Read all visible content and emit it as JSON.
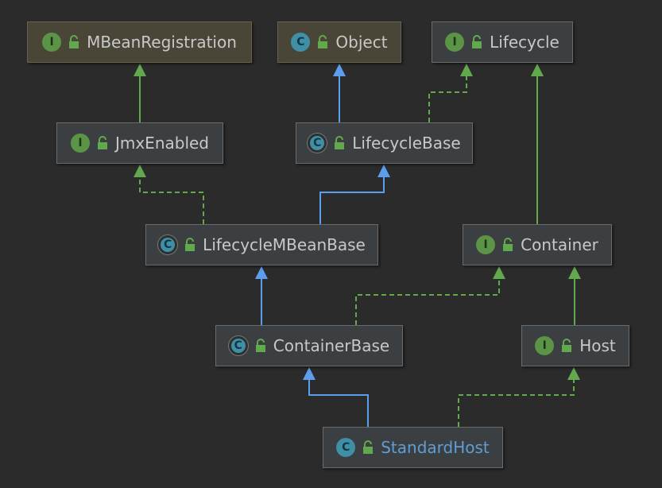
{
  "diagram": {
    "nodes": [
      {
        "id": "mbeanregistration",
        "name": "MBeanRegistration",
        "kind": "interface",
        "kind_letter": "I"
      },
      {
        "id": "object",
        "name": "Object",
        "kind": "class",
        "kind_letter": "C"
      },
      {
        "id": "lifecycle",
        "name": "Lifecycle",
        "kind": "interface",
        "kind_letter": "I"
      },
      {
        "id": "jmxenabled",
        "name": "JmxEnabled",
        "kind": "interface",
        "kind_letter": "I"
      },
      {
        "id": "lifecyclebase",
        "name": "LifecycleBase",
        "kind": "abstract-class",
        "kind_letter": "C"
      },
      {
        "id": "lifecyclembeanbase",
        "name": "LifecycleMBeanBase",
        "kind": "abstract-class",
        "kind_letter": "C"
      },
      {
        "id": "container",
        "name": "Container",
        "kind": "interface",
        "kind_letter": "I"
      },
      {
        "id": "containerbase",
        "name": "ContainerBase",
        "kind": "abstract-class",
        "kind_letter": "C"
      },
      {
        "id": "host",
        "name": "Host",
        "kind": "interface",
        "kind_letter": "I"
      },
      {
        "id": "standardhost",
        "name": "StandardHost",
        "kind": "class",
        "kind_letter": "C"
      }
    ],
    "edges": [
      {
        "from": "jmxenabled",
        "to": "mbeanregistration",
        "type": "extends-interface"
      },
      {
        "from": "lifecyclebase",
        "to": "object",
        "type": "extends"
      },
      {
        "from": "lifecyclebase",
        "to": "lifecycle",
        "type": "implements"
      },
      {
        "from": "lifecyclembeanbase",
        "to": "jmxenabled",
        "type": "implements"
      },
      {
        "from": "lifecyclembeanbase",
        "to": "lifecyclebase",
        "type": "extends"
      },
      {
        "from": "container",
        "to": "lifecycle",
        "type": "extends-interface"
      },
      {
        "from": "containerbase",
        "to": "lifecyclembeanbase",
        "type": "extends"
      },
      {
        "from": "containerbase",
        "to": "container",
        "type": "implements"
      },
      {
        "from": "host",
        "to": "container",
        "type": "extends-interface"
      },
      {
        "from": "standardhost",
        "to": "containerbase",
        "type": "extends"
      },
      {
        "from": "standardhost",
        "to": "host",
        "type": "implements"
      }
    ],
    "colors": {
      "background": "#2b2b2b",
      "extends": "#5c9ded",
      "implements": "#62a94d",
      "interface_badge": "#5b9447",
      "class_badge": "#3f8fa6",
      "highlight_text": "#5f9dd4"
    }
  }
}
